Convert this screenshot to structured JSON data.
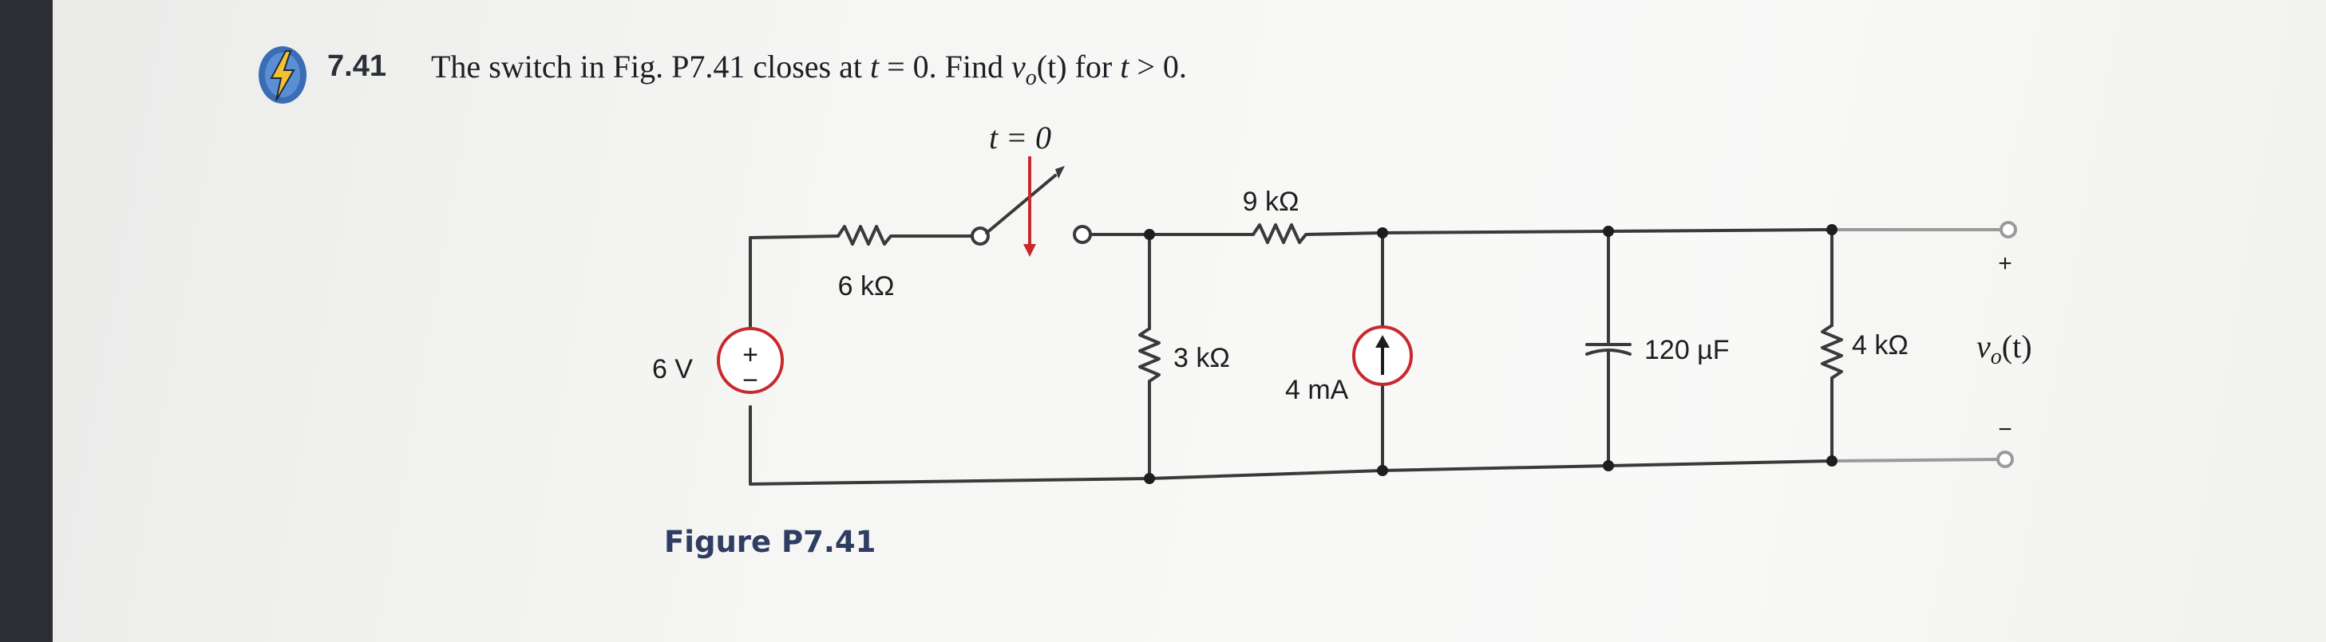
{
  "problem": {
    "number": "7.41",
    "text_before": "The switch in Fig. P7.41 closes at ",
    "t_var": "t",
    "text_mid1": " = 0. Find ",
    "v_var": "v",
    "v_sub": "o",
    "t_arg": "(t)",
    "text_mid2": " for ",
    "text_end": " > 0."
  },
  "circuit": {
    "switch_label": "t = 0",
    "source_voltage": "6 V",
    "r1": "6 kΩ",
    "r2": "9 kΩ",
    "r3": "3 kΩ",
    "current_source": "4 mA",
    "capacitor": "120 µF",
    "r4": "4 kΩ",
    "plus": "+",
    "minus": "−",
    "output_label": "v",
    "output_sub": "o",
    "output_arg": "(t)"
  },
  "caption": "Figure P7.41",
  "colors": {
    "wire": "#3a3a3a",
    "component_red": "#c8292c",
    "caption_blue": "#2f3d63",
    "bolt_blue": "#3a6db5",
    "bolt_yellow": "#f2c230"
  }
}
